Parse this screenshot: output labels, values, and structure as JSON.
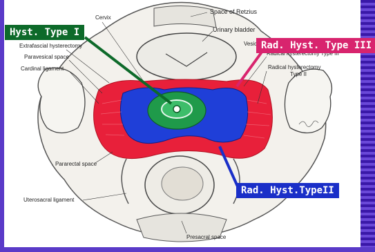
{
  "labels": {
    "space_of_retzius": "Space of Retzius",
    "urinary_bladder": "Urinary bladder",
    "cervix": "Cervix",
    "vesico": "Vesic",
    "extrafascial": "Extrafascial hysterectomy",
    "paravesical": "Paravesical space",
    "cardinal": "Cardinal ligament",
    "radical_iii": "Radical hysterectomy Type III",
    "radical_ii_line1": "Radical hysterectomy",
    "radical_ii_line2": "Type II",
    "pararectal": "Pararectal space",
    "uterosacral": "Uterosacral ligament",
    "presacral": "Presacral space"
  },
  "callouts": {
    "type1": "Hyst. Type I",
    "type3": "Rad. Hyst. Type III",
    "type2": "Rad. Hyst.TypeII"
  },
  "colors": {
    "type1": "#0d6a2a",
    "type3": "#d8246e",
    "type2": "#1a2fc8",
    "red_zone": "#e8203a",
    "blue_zone": "#1f3fd8",
    "green_zone": "#1f9a4a",
    "stripes": "#3a18a8"
  }
}
